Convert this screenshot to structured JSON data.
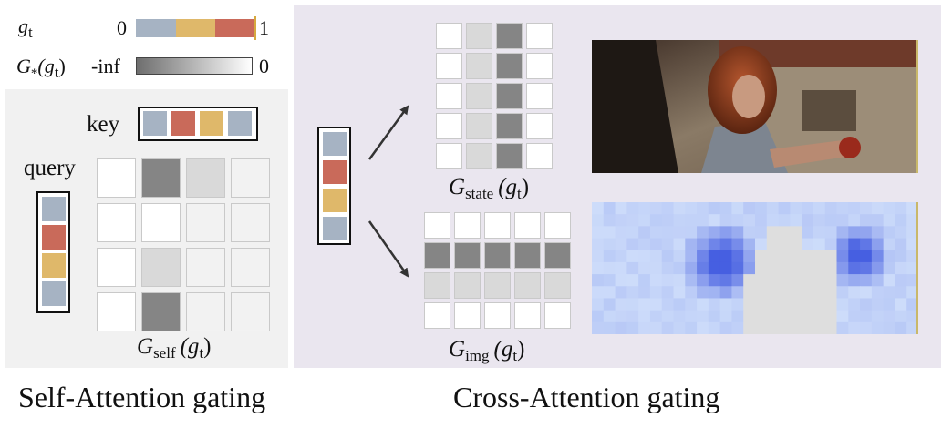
{
  "legend": {
    "gt_symbol": "g",
    "gt_sub": "t",
    "gt_min": "0",
    "gt_max": "1",
    "gt_colors": [
      "#a6b3c3",
      "#dfb86a",
      "#c96a5a"
    ],
    "gstar_symbol": "G",
    "gstar_sub": "*",
    "gstar_arg": "(g",
    "gstar_arg_sub": "t",
    "gstar_close": ")",
    "gstar_min": "-inf",
    "gstar_max": "0"
  },
  "self_attention": {
    "key_label": "key",
    "query_label": "query",
    "key_tokens": [
      "#a6b3c3",
      "#c96a5a",
      "#dfb86a",
      "#a6b3c3"
    ],
    "query_tokens": [
      "#a6b3c3",
      "#c96a5a",
      "#dfb86a",
      "#a6b3c3"
    ],
    "matrix": [
      [
        0,
        2,
        1,
        0
      ],
      [
        0,
        0,
        0,
        0
      ],
      [
        0,
        1,
        0,
        0
      ],
      [
        0,
        2,
        0,
        0
      ]
    ],
    "matrix_label": {
      "symbol": "G",
      "sub": "self",
      "arg": "(g",
      "arg_sub": "t",
      "close": ")"
    },
    "caption": "Self-Attention gating"
  },
  "cross_attention": {
    "tokens": [
      "#a6b3c3",
      "#c96a5a",
      "#dfb86a",
      "#a6b3c3"
    ],
    "state_matrix": [
      [
        0,
        1,
        2,
        0
      ],
      [
        0,
        1,
        2,
        0
      ],
      [
        0,
        1,
        2,
        0
      ],
      [
        0,
        1,
        2,
        0
      ],
      [
        0,
        1,
        2,
        0
      ]
    ],
    "state_label": {
      "symbol": "G",
      "sub": "state",
      "arg": "(g",
      "arg_sub": "t",
      "close": ")"
    },
    "img_matrix": [
      [
        0,
        0,
        0,
        0,
        0
      ],
      [
        2,
        2,
        2,
        2,
        2
      ],
      [
        1,
        1,
        1,
        1,
        1
      ],
      [
        0,
        0,
        0,
        0,
        0
      ]
    ],
    "img_label": {
      "symbol": "G",
      "sub": "img",
      "arg": "(g",
      "arg_sub": "t",
      "close": ")"
    },
    "caption": "Cross-Attention gating"
  },
  "gate_colors": {
    "0": "#ffffff",
    "1": "#d9d9d9",
    "2": "#858585",
    "faint": "#f2f2f2"
  }
}
